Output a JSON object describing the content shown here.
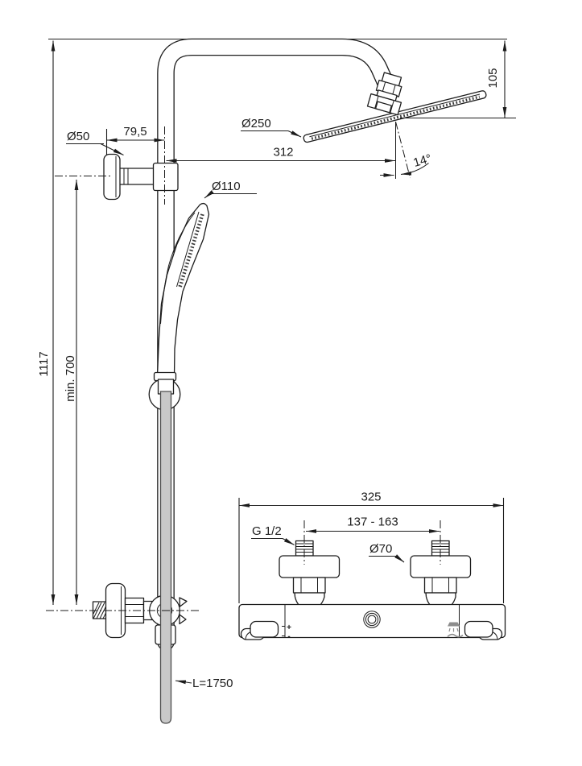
{
  "colors": {
    "line": "#1c1c1c",
    "hose_fill": "#c8c8c8",
    "hose_stroke": "#4d4d4d",
    "icon_gray": "#8c8c8c",
    "background": "#ffffff"
  },
  "main": {
    "total_height": "1117",
    "min_height": "min. 700",
    "bracket_offset": "79,5",
    "bracket_diameter": "Ø50",
    "head_reach": "312",
    "head_diameter": "Ø250",
    "head_drop": "105",
    "head_tilt_angle": "14°",
    "handshower_diameter": "Ø110",
    "hose_length": "L=1750"
  },
  "detail": {
    "overall_width": "325",
    "inlet_spacing": "137 - 163",
    "inlet_thread": "G 1/2",
    "escutcheon_diameter": "Ø70",
    "temp_plus": "+",
    "temp_minus": "-"
  }
}
